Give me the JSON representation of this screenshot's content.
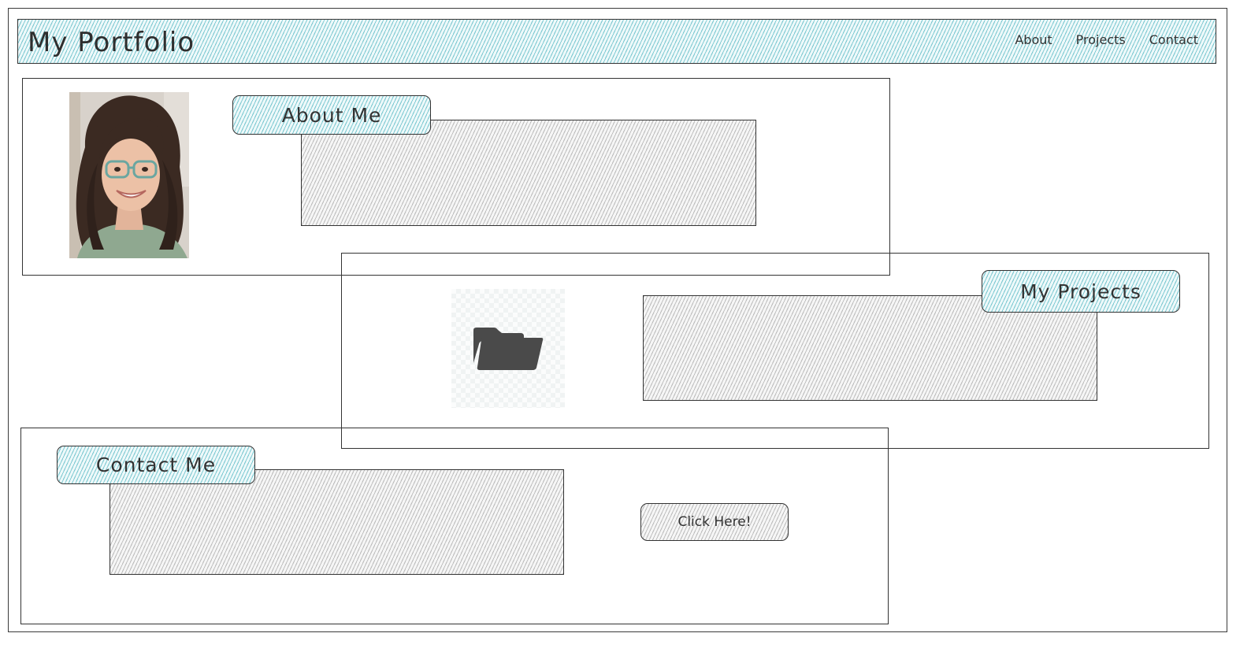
{
  "header": {
    "site_title": "My Portfolio",
    "nav": [
      "About",
      "Projects",
      "Contact"
    ]
  },
  "about": {
    "heading": "About Me",
    "photo_icon": "profile-photo"
  },
  "projects": {
    "heading": "My Projects",
    "icon": "folder-open-icon"
  },
  "contact": {
    "heading": "Contact Me",
    "button_label": "Click Here!"
  },
  "colors": {
    "accent_teal": "#48b2be",
    "hatch_gray": "#8c8c8c",
    "stroke": "#333333"
  }
}
